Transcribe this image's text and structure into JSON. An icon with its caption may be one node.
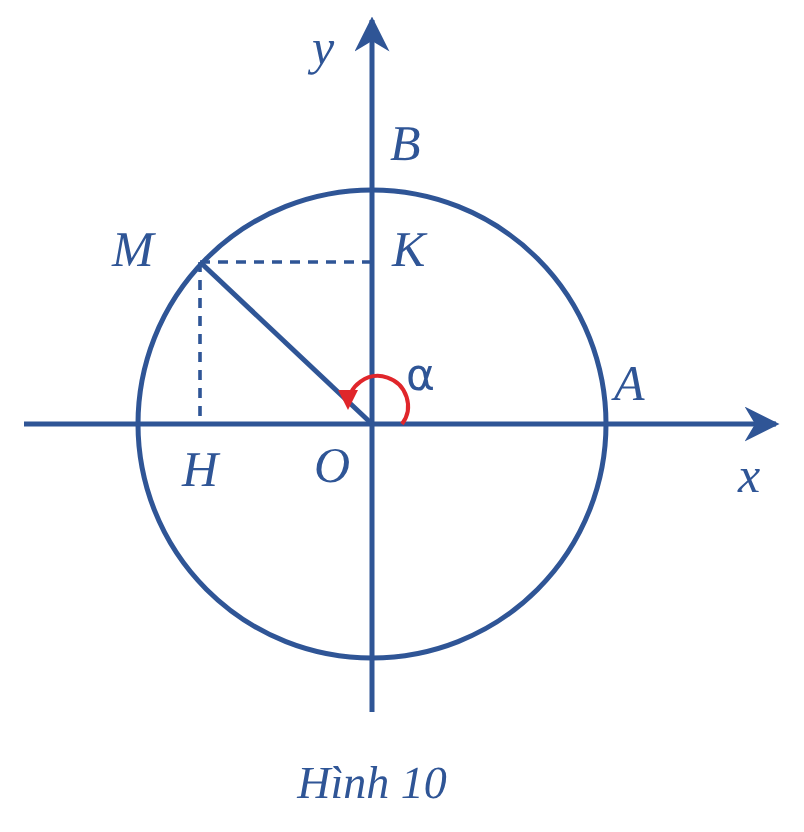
{
  "diagram": {
    "caption": "Hình 10",
    "labels": [
      "y",
      "B",
      "M",
      "K",
      "α",
      "A",
      "H",
      "O",
      "x"
    ]
  }
}
